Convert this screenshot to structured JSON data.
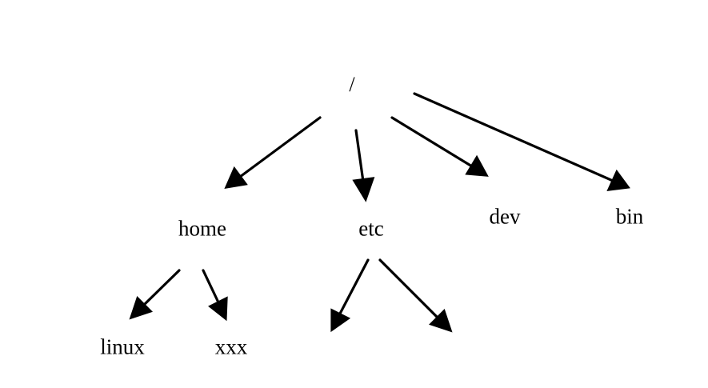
{
  "diagram": {
    "type": "directory-tree",
    "nodes": {
      "root": "/",
      "home": "home",
      "etc": "etc",
      "dev": "dev",
      "bin": "bin",
      "linux": "linux",
      "xxx": "xxx"
    },
    "edges": [
      {
        "from": "root",
        "to": "home"
      },
      {
        "from": "root",
        "to": "etc"
      },
      {
        "from": "root",
        "to": "dev"
      },
      {
        "from": "root",
        "to": "bin"
      },
      {
        "from": "home",
        "to": "linux"
      },
      {
        "from": "home",
        "to": "xxx"
      },
      {
        "from": "etc",
        "to": "unlabeled-child-1"
      },
      {
        "from": "etc",
        "to": "unlabeled-child-2"
      }
    ],
    "colors": {
      "line": "#000000",
      "background": "#ffffff"
    }
  }
}
